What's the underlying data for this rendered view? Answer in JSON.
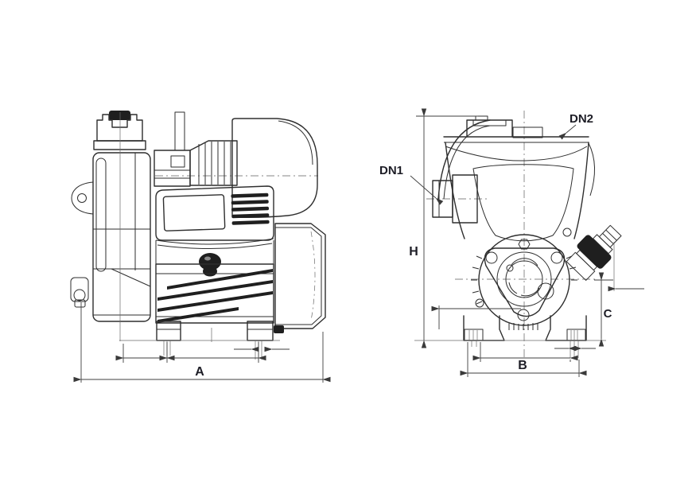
{
  "drawing": {
    "type": "technical-line-drawing",
    "subject": "automatic booster pump, side view and front view with dimensions",
    "labels": {
      "a": "A",
      "b": "B",
      "c": "C",
      "h": "H",
      "dn1": "DN1",
      "dn2": "DN2"
    },
    "colors": {
      "background": "#ffffff",
      "line": "#2e2e2e",
      "dimension_line": "#3f3f3f",
      "label_text": "#1d1d26",
      "dark_fill": "#1f1f1f"
    }
  }
}
